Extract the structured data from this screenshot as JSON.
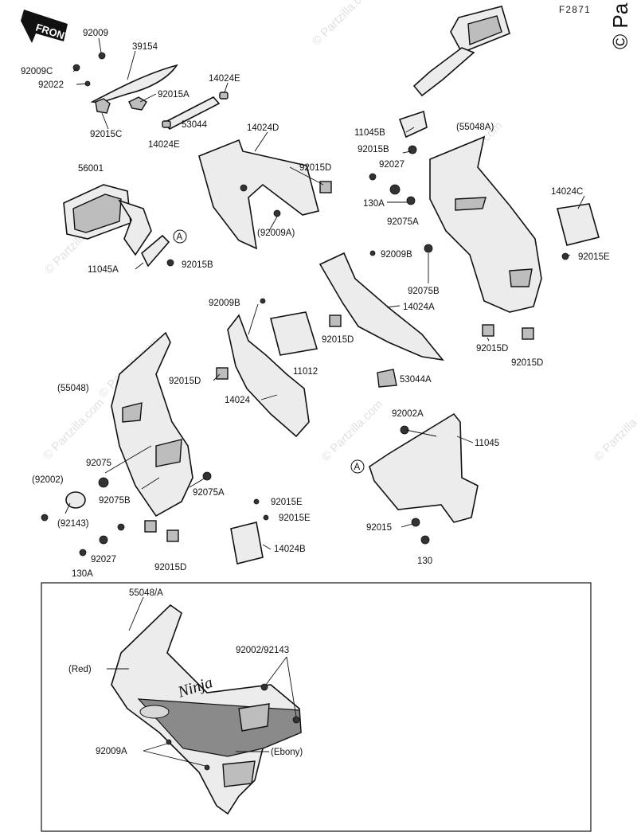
{
  "figure_code": "F2871",
  "copyright_mark": "© Pa",
  "watermarks": [
    "© Partzilla.com",
    "© Partzilla.com",
    "© Partzilla.com",
    "© Partzilla.com",
    "© Partzilla.com",
    "© Partzilla.com",
    "© Partzilla.com"
  ],
  "front_badge": "FRONT",
  "circle_marker": "A",
  "inset_labels": {
    "cowl": "55048/A",
    "red": "(Red)",
    "ebony": "(Ebony)",
    "bolt_pair": "92002/92143",
    "screw": "92009A",
    "logo": "Ninja"
  },
  "labels": [
    "92009",
    "39154",
    "92009C",
    "92022",
    "92015A",
    "14024E",
    "53044",
    "14024E",
    "92015C",
    "14024D",
    "92015D",
    "(92009A)",
    "56001",
    "11045A",
    "92015B",
    "11045B",
    "92015B",
    "(55048A)",
    "92027",
    "130A",
    "92075A",
    "14024C",
    "92015E",
    "92009B",
    "92075B",
    "14024A",
    "92015D",
    "92015D",
    "92009B",
    "92015D",
    "11012",
    "53044A",
    "92015D",
    "14024",
    "(55048)",
    "92002A",
    "11045",
    "92075",
    "(92002)",
    "92075B",
    "92075A",
    "(92143)",
    "92015E",
    "92015E",
    "92015",
    "92027",
    "130A",
    "92015D",
    "14024B",
    "130"
  ]
}
